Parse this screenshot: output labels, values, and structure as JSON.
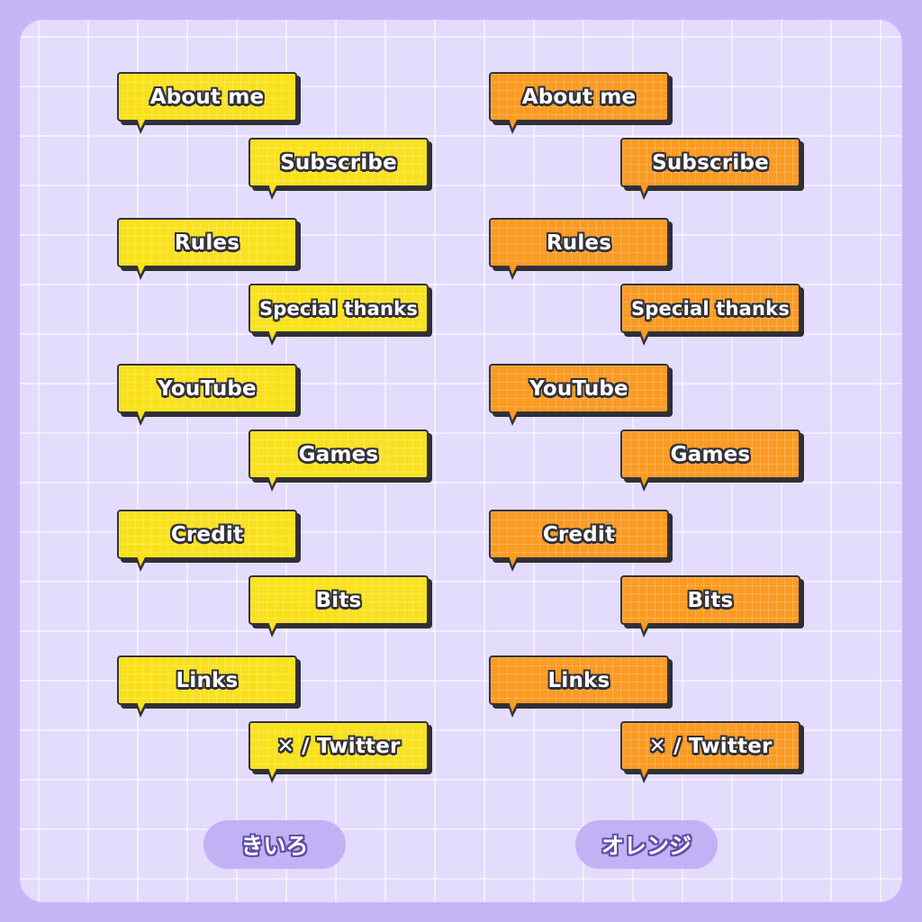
{
  "colors": {
    "background": "#c7b6f7",
    "panel": "#e3dcfd",
    "yellow": "#f9e11e",
    "orange": "#fb9b23",
    "outline": "#333238",
    "pill": "#c3b1f6"
  },
  "yellow_set": {
    "buttons": [
      "About me",
      "Subscribe",
      "Rules",
      "Special thanks",
      "YouTube",
      "Games",
      "Credit",
      "Bits",
      "Links",
      "✕ / Twitter"
    ],
    "caption": "きいろ"
  },
  "orange_set": {
    "buttons": [
      "About me",
      "Subscribe",
      "Rules",
      "Special thanks",
      "YouTube",
      "Games",
      "Credit",
      "Bits",
      "Links",
      "✕ / Twitter"
    ],
    "caption": "オレンジ"
  }
}
